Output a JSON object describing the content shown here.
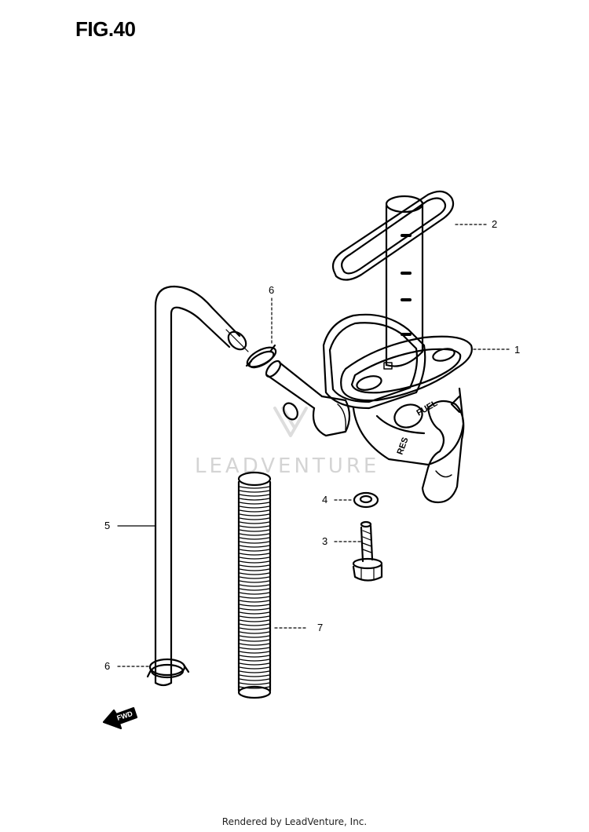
{
  "figure": {
    "title": "FIG.40"
  },
  "watermark": {
    "text": "LEADVENTURE"
  },
  "callouts": [
    {
      "id": "c1",
      "label": "1"
    },
    {
      "id": "c2",
      "label": "2"
    },
    {
      "id": "c3",
      "label": "3"
    },
    {
      "id": "c4",
      "label": "4"
    },
    {
      "id": "c5",
      "label": "5"
    },
    {
      "id": "c6a",
      "label": "6"
    },
    {
      "id": "c6b",
      "label": "6"
    },
    {
      "id": "c7",
      "label": "7"
    }
  ],
  "part_markings": {
    "fuel": "FUEL",
    "res": "RES",
    "fwd": "FWD"
  },
  "footer": {
    "text": "Rendered by LeadVenture, Inc."
  }
}
